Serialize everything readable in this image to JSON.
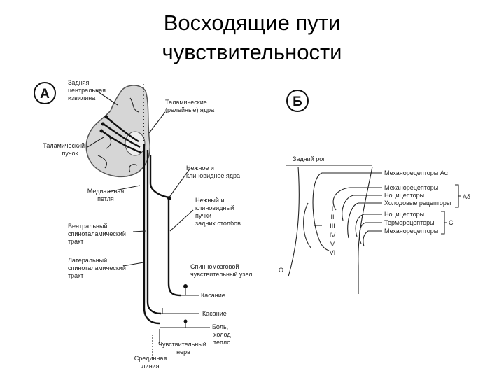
{
  "title": {
    "line1": "Восходящие пути",
    "line2": "чувствительности"
  },
  "panel_a": {
    "letter": "А",
    "labels": {
      "gyrus": [
        "Задняя",
        "центральная",
        "извилина"
      ],
      "thalamic_nuclei": [
        "Таламические",
        "(релейные) ядра"
      ],
      "thalamic_bundle": [
        "Таламический",
        "пучок"
      ],
      "gracile_nuclei": [
        "Нежное и",
        "клиновидное ядра"
      ],
      "medial_lemniscus": [
        "Медиальная",
        "петля"
      ],
      "columns": [
        "Нежный и",
        "клиновидный",
        "пучки",
        "задних столбов"
      ],
      "ventral_tract": [
        "Вентральный",
        "спиноталамический",
        "тракт"
      ],
      "lateral_tract": [
        "Латеральный",
        "спиноталамический",
        "тракт"
      ],
      "ganglion": [
        "Спинномозговой",
        "чувствительный узел"
      ],
      "touch1": "Касание",
      "touch2": "Касание",
      "pain": [
        "Боль,",
        "холод",
        "тепло"
      ],
      "nerve": [
        "Чувствительный",
        "нерв"
      ],
      "midline": [
        "Срединная",
        "линия"
      ]
    }
  },
  "panel_b": {
    "letter": "Б",
    "dorsal_horn": "Задний рог",
    "laminae": [
      "I",
      "II",
      "III",
      "IV",
      "V",
      "VI"
    ],
    "receptors": [
      "Механорецепторы Аα",
      "Механорецепторы",
      "Ноцицепторы",
      "Холодовые рецепторы",
      "Ноцицепторы",
      "Терморецепторы",
      "Механорецепторы"
    ],
    "group_adelta": "Аδ",
    "group_c": "С",
    "small_o": "О"
  }
}
